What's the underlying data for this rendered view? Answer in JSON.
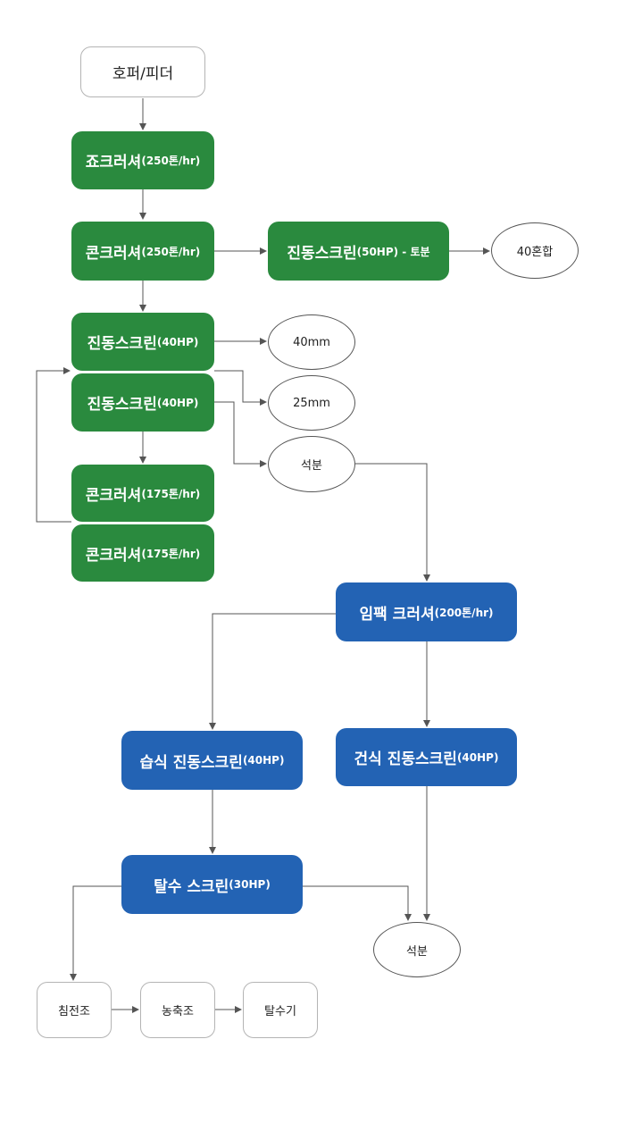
{
  "nodes": {
    "hopper": "호퍼/피더",
    "jaw": [
      "죠크러셔",
      "(250톤/hr)"
    ],
    "cone250": [
      "콘크러셔",
      "(250톤/hr)"
    ],
    "vib50": [
      "진동스크린",
      "(50HP) - 토분"
    ],
    "mix40": "40혼합",
    "vib40a": [
      "진동스크린",
      "(40HP)"
    ],
    "out40mm": "40mm",
    "vib40b": [
      "진동스크린",
      "(40HP)"
    ],
    "out25mm": "25mm",
    "stone1": "석분",
    "cone175a": [
      "콘크러셔",
      "(175톤/hr)"
    ],
    "cone175b": [
      "콘크러셔",
      "(175톤/hr)"
    ],
    "impact": [
      "임팩 크러셔",
      "(200톤/hr)"
    ],
    "wetvib": [
      "습식 진동스크린",
      "(40HP)"
    ],
    "dryvib": [
      "건식 진동스크린",
      "(40HP)"
    ],
    "dewater": [
      "탈수 스크린",
      "(30HP)"
    ],
    "stone2": "석분",
    "settle": "침전조",
    "thicken": "농축조",
    "dehyd": "탈수기"
  },
  "colors": {
    "green": "#2a8a3e",
    "blue": "#2363b4",
    "line": "#555555",
    "outline": "#b4b4b4"
  }
}
